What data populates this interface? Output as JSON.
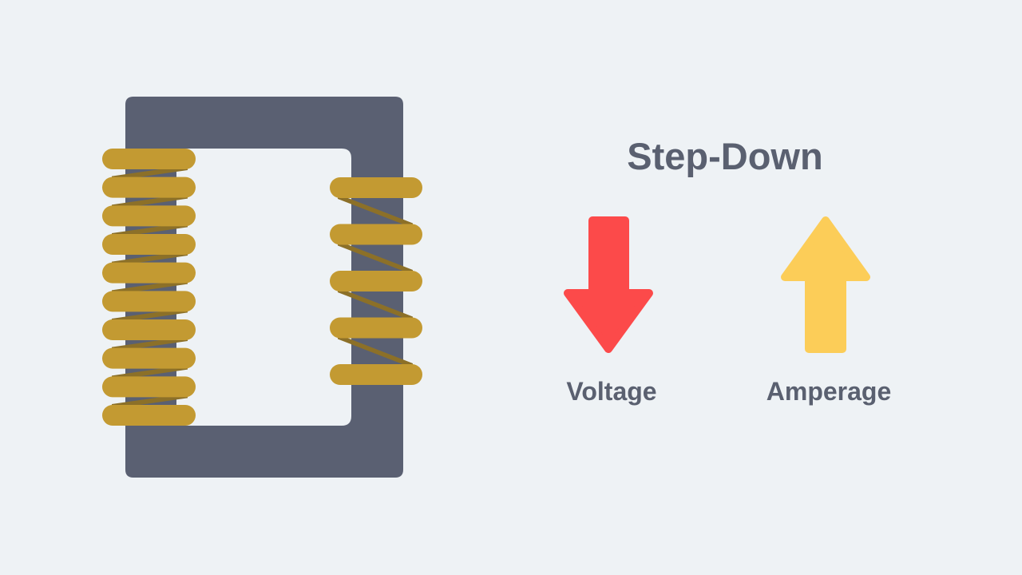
{
  "title": "Step-Down",
  "voltage": {
    "label": "Voltage",
    "direction": "down",
    "color": "#fc4a4a"
  },
  "amperage": {
    "label": "Amperage",
    "direction": "up",
    "color": "#fccd58"
  },
  "transformer": {
    "core_color": "#5a6072",
    "coil_color": "#c39a32",
    "coil_back_color": "#8c7028",
    "primary_turns": 10,
    "secondary_turns": 5
  }
}
